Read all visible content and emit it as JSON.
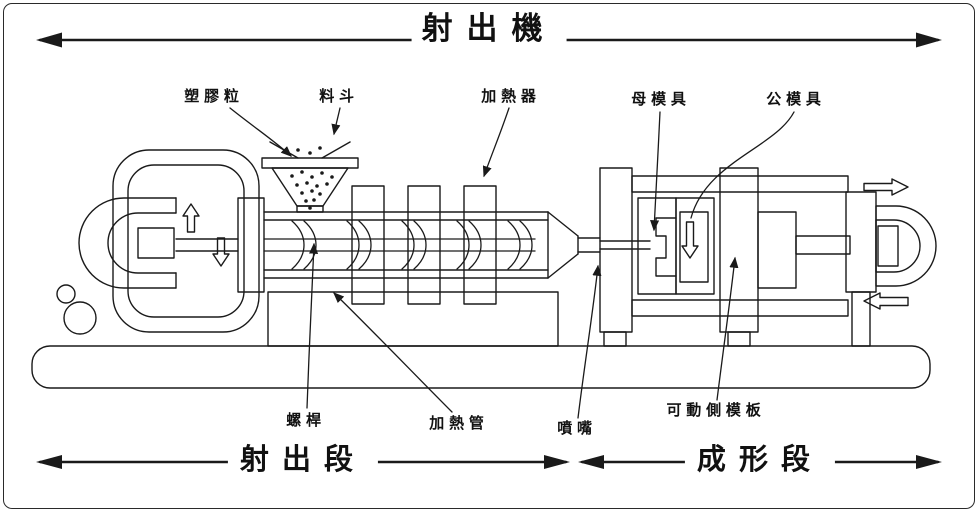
{
  "diagram": {
    "title": "射出機",
    "sections": {
      "injection": "射出段",
      "forming": "成形段"
    },
    "labels": {
      "plastic_pellets": "塑膠粒",
      "hopper": "料斗",
      "heater": "加熱器",
      "cavity_mold": "母模具",
      "core_mold": "公模具",
      "screw": "螺桿",
      "heating_tube": "加熱管",
      "nozzle": "噴嘴",
      "movable_mold_platen": "可動側模板"
    },
    "colors": {
      "ink": "#1a1a1a",
      "background": "#ffffff"
    }
  }
}
